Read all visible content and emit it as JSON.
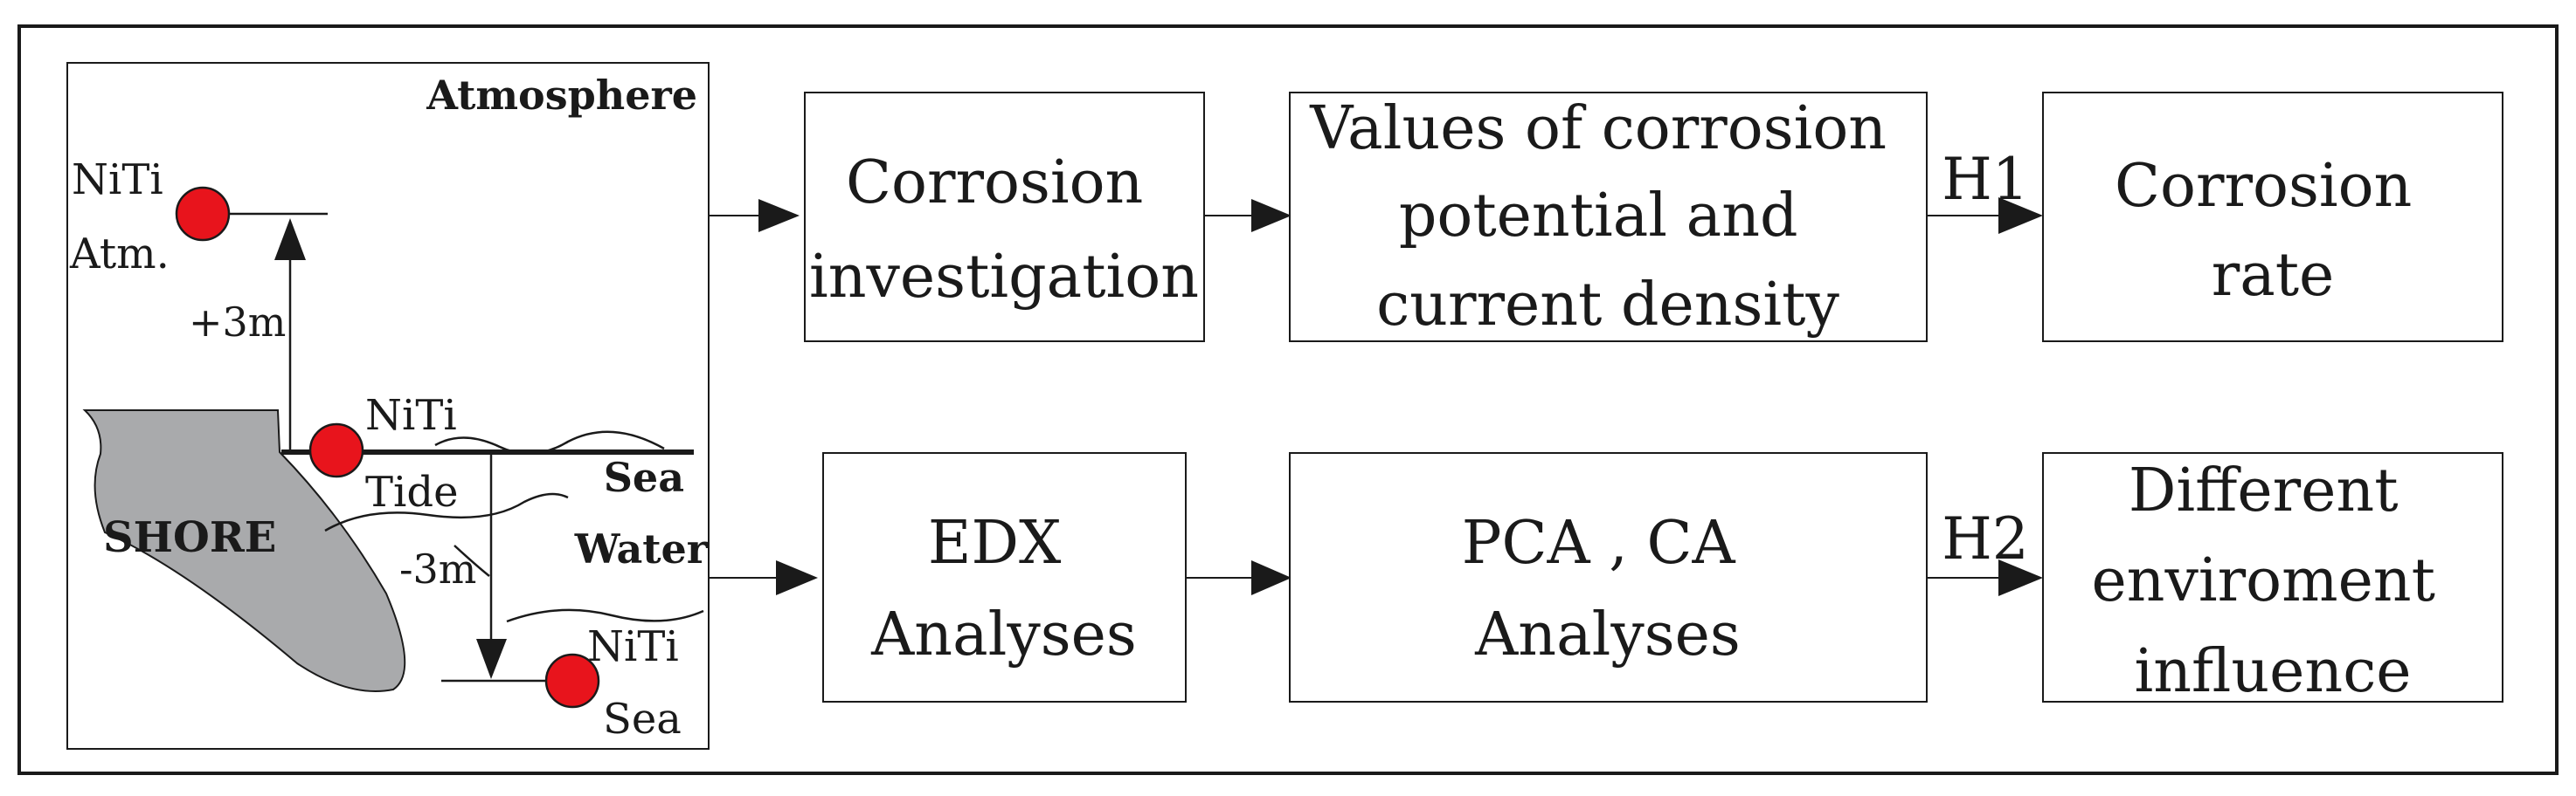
{
  "scene": {
    "labels": {
      "atmosphere": "Atmosphere",
      "niti_atm_1": "NiTi",
      "niti_atm_2": "Atm.",
      "plus_3m": "+3m",
      "niti_tide_1": "NiTi",
      "niti_tide_2": "Tide",
      "sea": "Sea",
      "water": "Water",
      "shore": "SHORE",
      "minus_3m": "-3m",
      "niti_sea_1": "NiTi",
      "niti_sea_2": "Sea"
    },
    "colors": {
      "specimen": "#e8141c",
      "shore": "#a9aaac"
    }
  },
  "flow": {
    "row1": [
      {
        "id": "corrosion-investigation",
        "lines": [
          "Corrosion",
          "investigation"
        ]
      },
      {
        "id": "values-potential-current",
        "lines": [
          "Values of corrosion",
          "potential and",
          "current density"
        ]
      },
      {
        "id": "corrosion-rate",
        "lines": [
          "Corrosion",
          "rate"
        ]
      }
    ],
    "row2": [
      {
        "id": "edx-analyses",
        "lines": [
          "EDX",
          "Analyses"
        ]
      },
      {
        "id": "pca-ca-analyses",
        "lines": [
          "PCA , CA",
          "Analyses"
        ]
      },
      {
        "id": "different-environment-influence",
        "lines": [
          "Different",
          "enviroment",
          "influence"
        ]
      }
    ],
    "hypotheses": {
      "h1": "H1",
      "h2": "H2"
    }
  }
}
